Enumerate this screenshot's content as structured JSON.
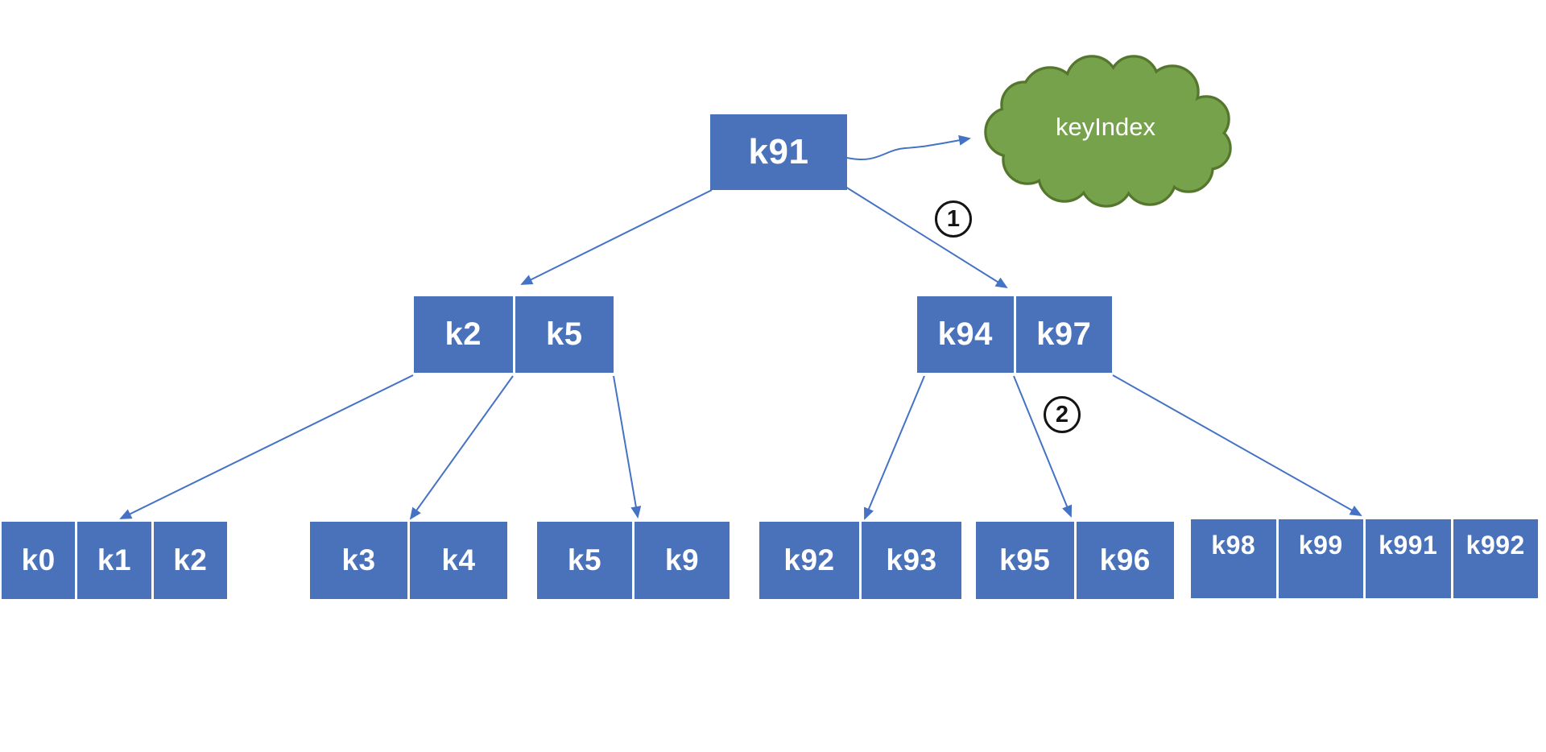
{
  "diagram": {
    "type": "b-tree index structure",
    "nodes": [
      {
        "id": "root",
        "cells": [
          "k91"
        ]
      },
      {
        "id": "internal-left",
        "cells": [
          "k2",
          "k5"
        ]
      },
      {
        "id": "internal-right",
        "cells": [
          "k94",
          "k97"
        ]
      },
      {
        "id": "leaf-1",
        "cells": [
          "k0",
          "k1",
          "k2"
        ]
      },
      {
        "id": "leaf-2",
        "cells": [
          "k3",
          "k4"
        ]
      },
      {
        "id": "leaf-3",
        "cells": [
          "k5",
          "k9"
        ]
      },
      {
        "id": "leaf-4",
        "cells": [
          "k92",
          "k93"
        ]
      },
      {
        "id": "leaf-5",
        "cells": [
          "k95",
          "k96"
        ]
      },
      {
        "id": "leaf-6",
        "cells": [
          "k98",
          "k99",
          "k991",
          "k992"
        ]
      }
    ],
    "cloud": {
      "label": "keyIndex"
    },
    "annotations": [
      {
        "label": "1"
      },
      {
        "label": "2"
      }
    ],
    "colors": {
      "node_fill": "#4a72bb",
      "node_text": "#ffffff",
      "connector": "#4472c4",
      "cloud_fill": "#76a24c",
      "cloud_outline": "#55772d",
      "annotation": "#141414",
      "background": "#ffffff"
    }
  }
}
